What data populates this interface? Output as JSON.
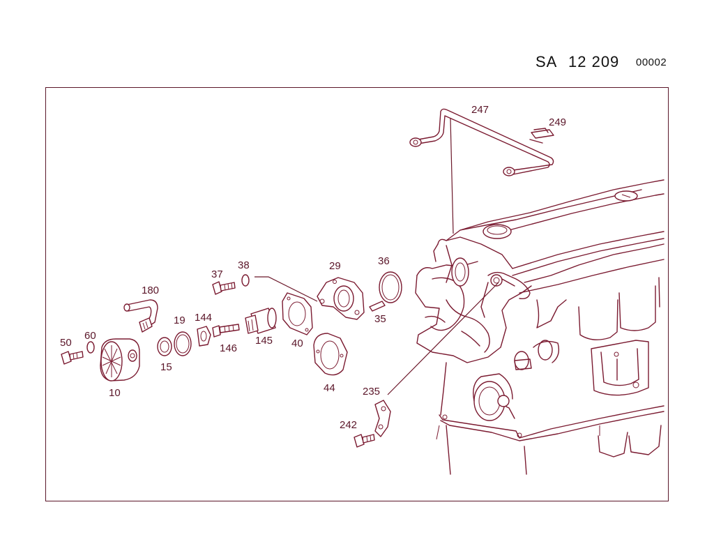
{
  "header": {
    "prefix": "SA",
    "number": "12 209",
    "code": "00002"
  },
  "colors": {
    "line": "#7a1a30",
    "label": "#5a1528",
    "frame": "#5a1528",
    "background": "#ffffff"
  },
  "parts": {
    "p247": "247",
    "p249": "249",
    "p37": "37",
    "p38": "38",
    "p29": "29",
    "p36": "36",
    "p180": "180",
    "p35": "35",
    "p19": "19",
    "p144": "144",
    "p145": "145",
    "p40": "40",
    "p50": "50",
    "p60": "60",
    "p146": "146",
    "p15": "15",
    "p10": "10",
    "p44": "44",
    "p235": "235",
    "p242": "242"
  }
}
